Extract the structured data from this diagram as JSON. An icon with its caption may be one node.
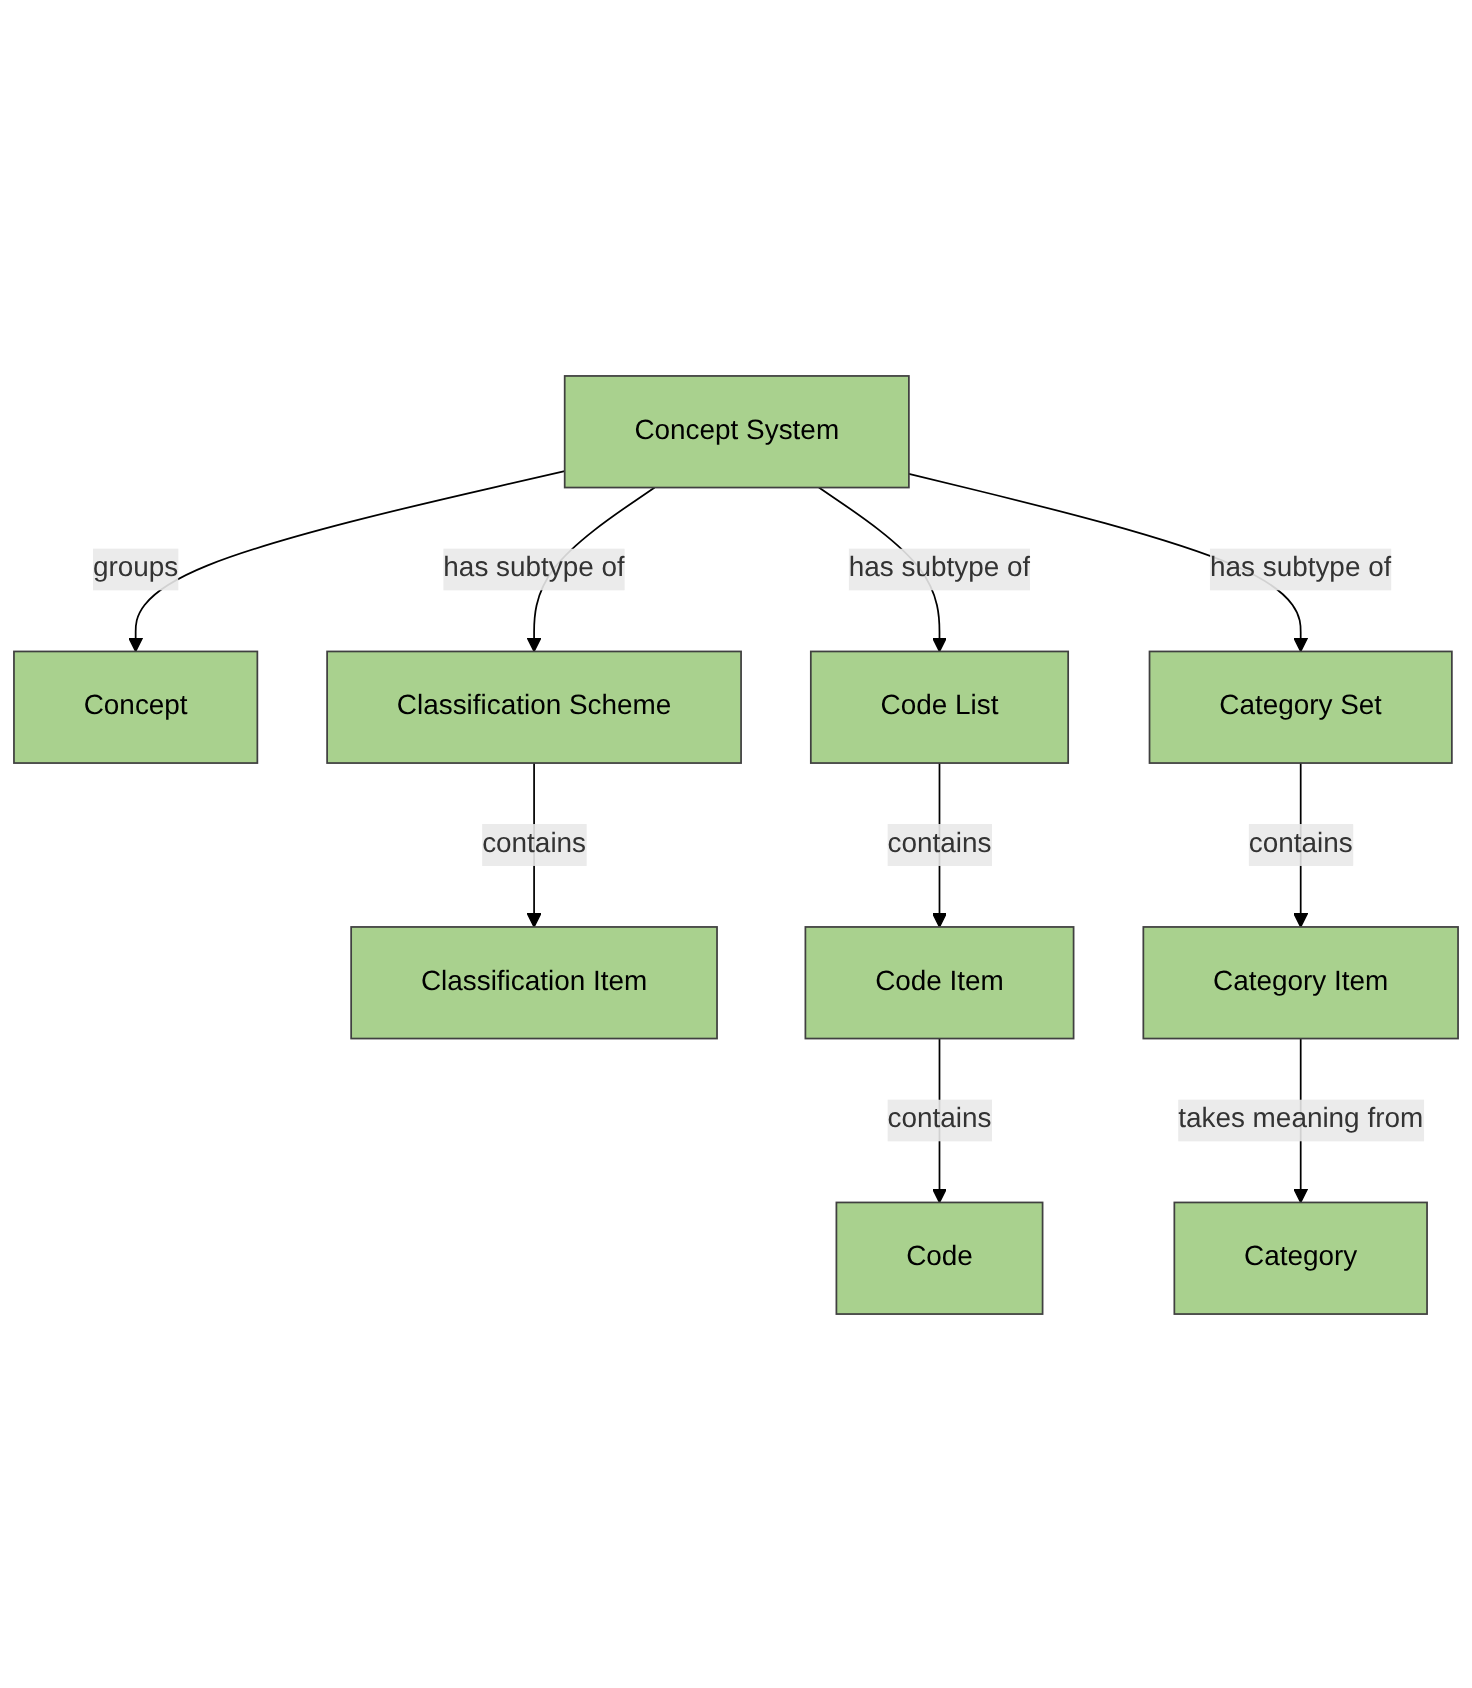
{
  "diagram": {
    "nodes": [
      {
        "text": [
          "Concept"
        ]
      },
      {
        "text": [
          "Concept System"
        ]
      },
      {
        "text": [
          "Classification Scheme"
        ]
      },
      {
        "text": [
          "Code List"
        ]
      },
      {
        "text": [
          "Category Set"
        ]
      },
      {
        "text": [
          "Classification Item"
        ]
      },
      {
        "text": [
          "Code Item"
        ]
      },
      {
        "text": [
          "Category Item"
        ]
      },
      {
        "text": [
          "Code"
        ]
      },
      {
        "text": [
          "Category"
        ]
      }
    ],
    "edges": [
      {
        "from": 1,
        "to": 0,
        "arrow": "to",
        "label": "groups"
      },
      {
        "from": 1,
        "to": 2,
        "arrow": "to",
        "label": "has subtype of"
      },
      {
        "from": 1,
        "to": 3,
        "arrow": "to",
        "label": "has subtype of"
      },
      {
        "from": 1,
        "to": 4,
        "arrow": "to",
        "label": "has subtype of"
      },
      {
        "from": 2,
        "to": 5,
        "arrow": "to",
        "label": "contains"
      },
      {
        "from": 3,
        "to": 6,
        "arrow": "to",
        "label": "contains"
      },
      {
        "from": 4,
        "to": 7,
        "arrow": "to",
        "label": "contains"
      },
      {
        "from": 6,
        "to": 8,
        "arrow": "to",
        "label": "contains"
      },
      {
        "from": 7,
        "to": 9,
        "arrow": "to",
        "label": "takes meaning from"
      }
    ]
  }
}
